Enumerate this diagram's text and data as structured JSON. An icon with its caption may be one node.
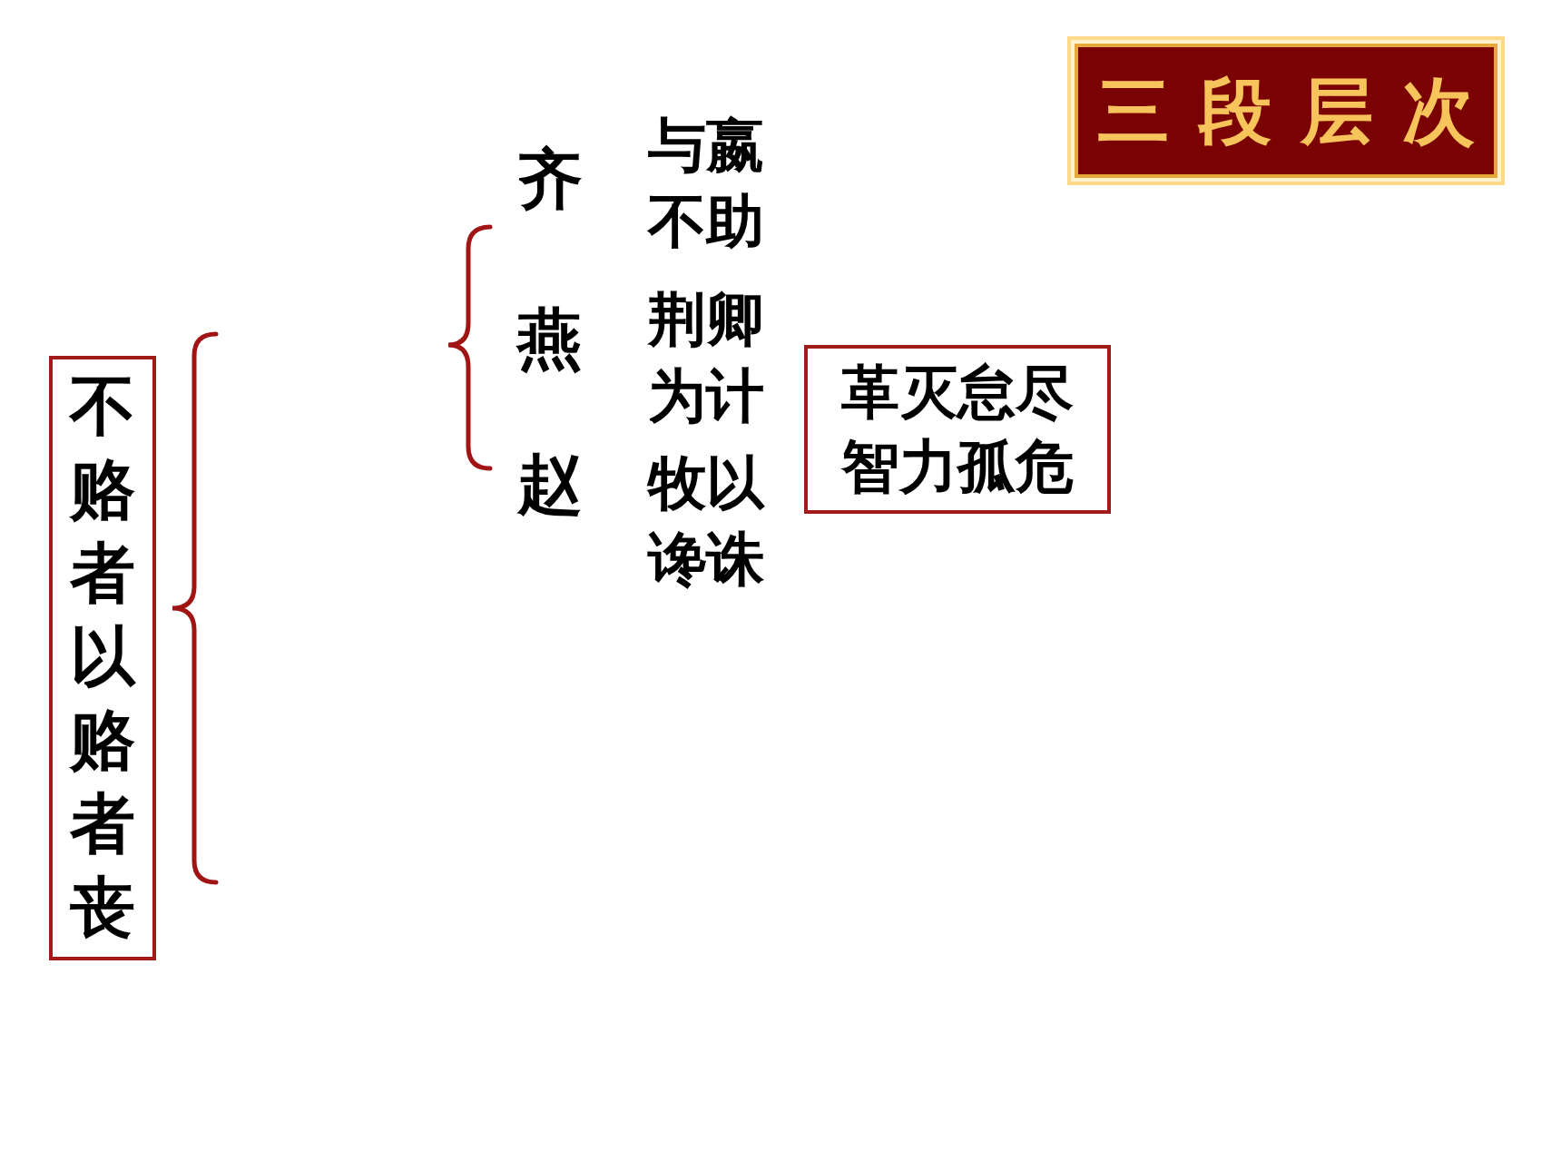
{
  "diagram": {
    "nodes": [
      {
        "text": [
          "三段层次"
        ]
      },
      {
        "text": [
          "不赂者以赂者丧"
        ]
      },
      {
        "text": [
          "革灭怠尽智力孤危"
        ]
      }
    ],
    "labels": [
      "齐",
      "与嬴不助",
      "燕",
      "荆卿为计",
      "赵",
      "牧以谗诛"
    ]
  }
}
